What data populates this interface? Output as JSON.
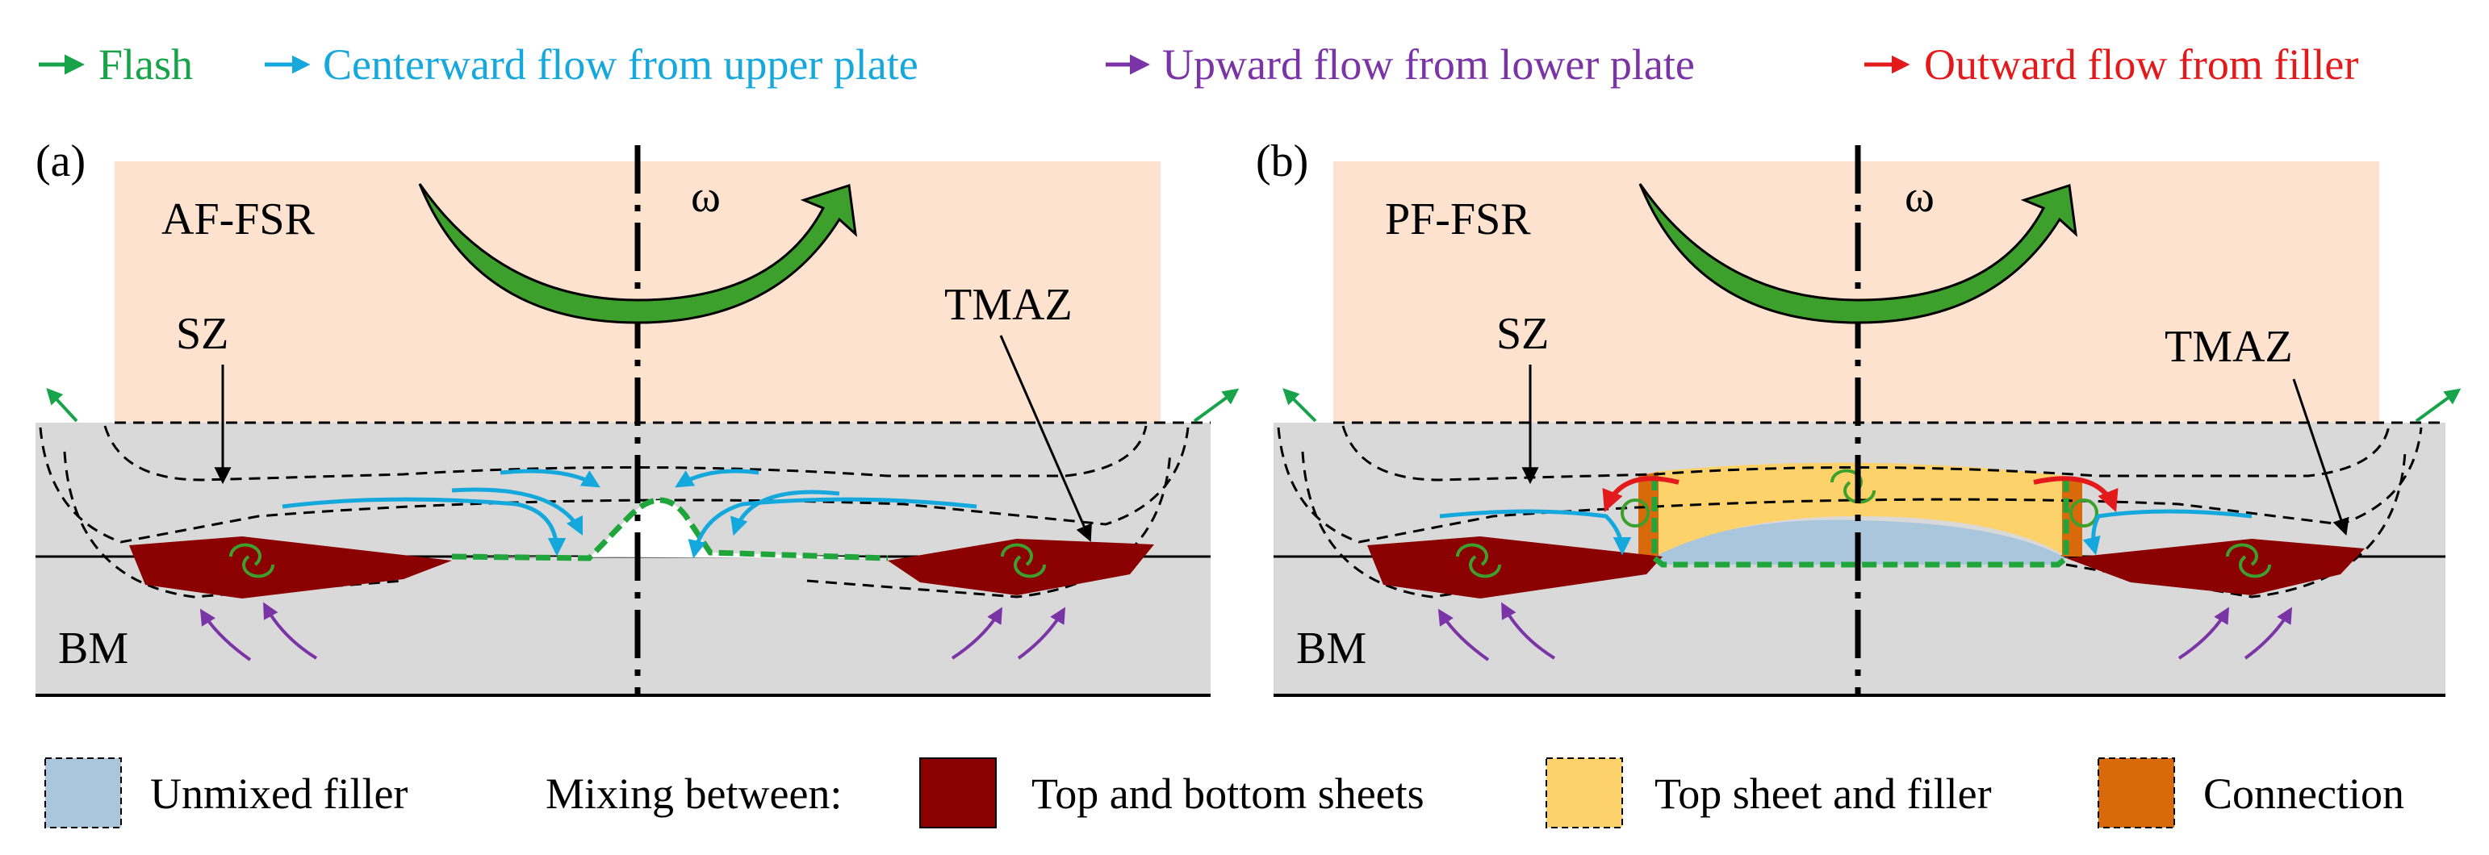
{
  "legend_top": {
    "flash": {
      "label": "Flash",
      "color": "#16a34a"
    },
    "centerward": {
      "label": "Centerward flow from upper plate",
      "color": "#14a8dc"
    },
    "upward": {
      "label": "Upward flow from lower plate",
      "color": "#7b34a6"
    },
    "outward": {
      "label": "Outward flow from filler",
      "color": "#e31a1c"
    }
  },
  "panel_a": {
    "tag": "(a)",
    "process": "AF-FSR",
    "omega": "ω",
    "sz": "SZ",
    "tmaz": "TMAZ",
    "bm": "BM"
  },
  "panel_b": {
    "tag": "(b)",
    "process": "PF-FSR",
    "omega": "ω",
    "sz": "SZ",
    "tmaz": "TMAZ",
    "bm": "BM"
  },
  "legend_bottom": {
    "unmixed": {
      "label": "Unmixed filler",
      "color": "#a9c6dc"
    },
    "mixing_title": "Mixing between:",
    "top_bottom": {
      "label": "Top and bottom sheets",
      "color": "#8b0000"
    },
    "top_filler": {
      "label": "Top sheet and filler",
      "color": "#fdd26b"
    },
    "connection": {
      "label": "Connection",
      "color": "#d96a0c"
    }
  },
  "colors": {
    "tool": "#fde2d0",
    "sheet": "#d9d9d9",
    "rotation_arrow": "#3ea02c",
    "weld_line": "#1fa53a"
  }
}
